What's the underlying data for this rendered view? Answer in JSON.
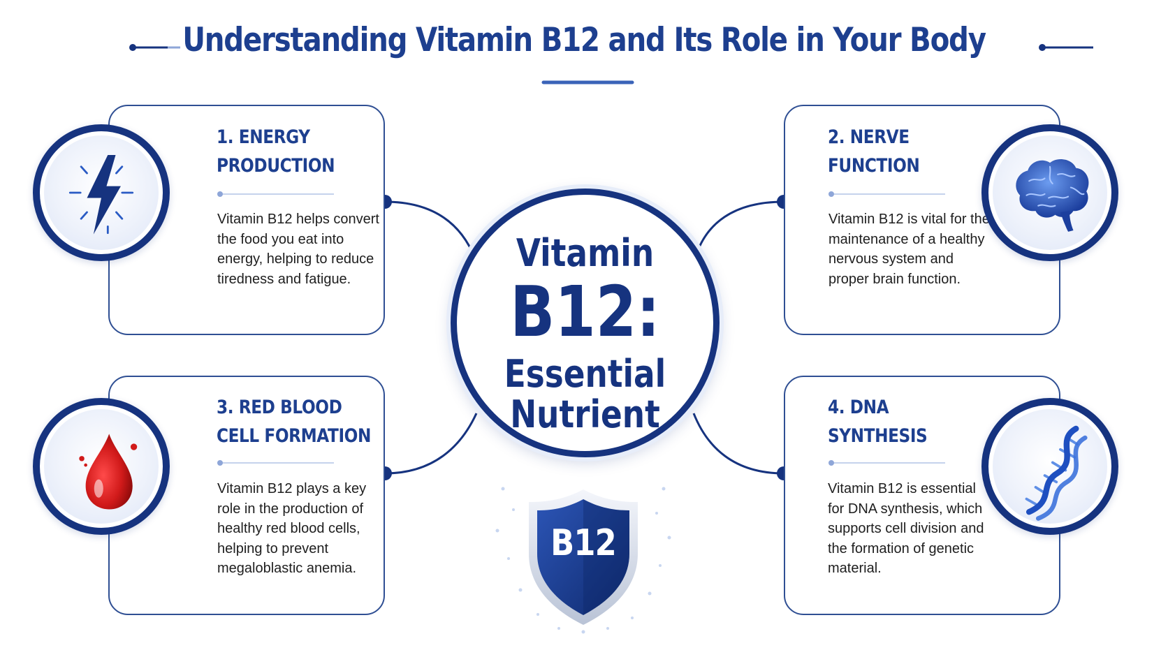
{
  "title": "Understanding Vitamin B12 and Its Role in Your Body",
  "center": {
    "line1": "Vitamin",
    "line2": "B12:",
    "line3": "Essential",
    "line4": "Nutrient"
  },
  "badge": "B12",
  "cards": [
    {
      "title": "1. ENERGY\nPRODUCTION",
      "text": "Vitamin B12 helps convert the food you eat into energy, helping to reduce tiredness and fatigue.",
      "icon": "lightning-bolt-icon"
    },
    {
      "title": "2. NERVE\nFUNCTION",
      "text": "Vitamin B12 is vital for the maintenance of a healthy nervous system and proper brain function.",
      "icon": "brain-icon"
    },
    {
      "title": "3. RED BLOOD\nCELL FORMATION",
      "text": "Vitamin B12 plays a key role in the production of healthy red blood cells, helping to prevent megaloblastic anemia.",
      "icon": "blood-drop-icon"
    },
    {
      "title": "4. DNA\nSYNTHESIS",
      "text": "Vitamin B12 is essential for DNA synthesis, which supports cell division and the formation of genetic material.",
      "icon": "dna-helix-icon"
    }
  ],
  "colors": {
    "primary": "#16337f",
    "heading": "#1d3f8f",
    "blood": "#d11a1a",
    "icon_blue": "#2a5bc4"
  }
}
